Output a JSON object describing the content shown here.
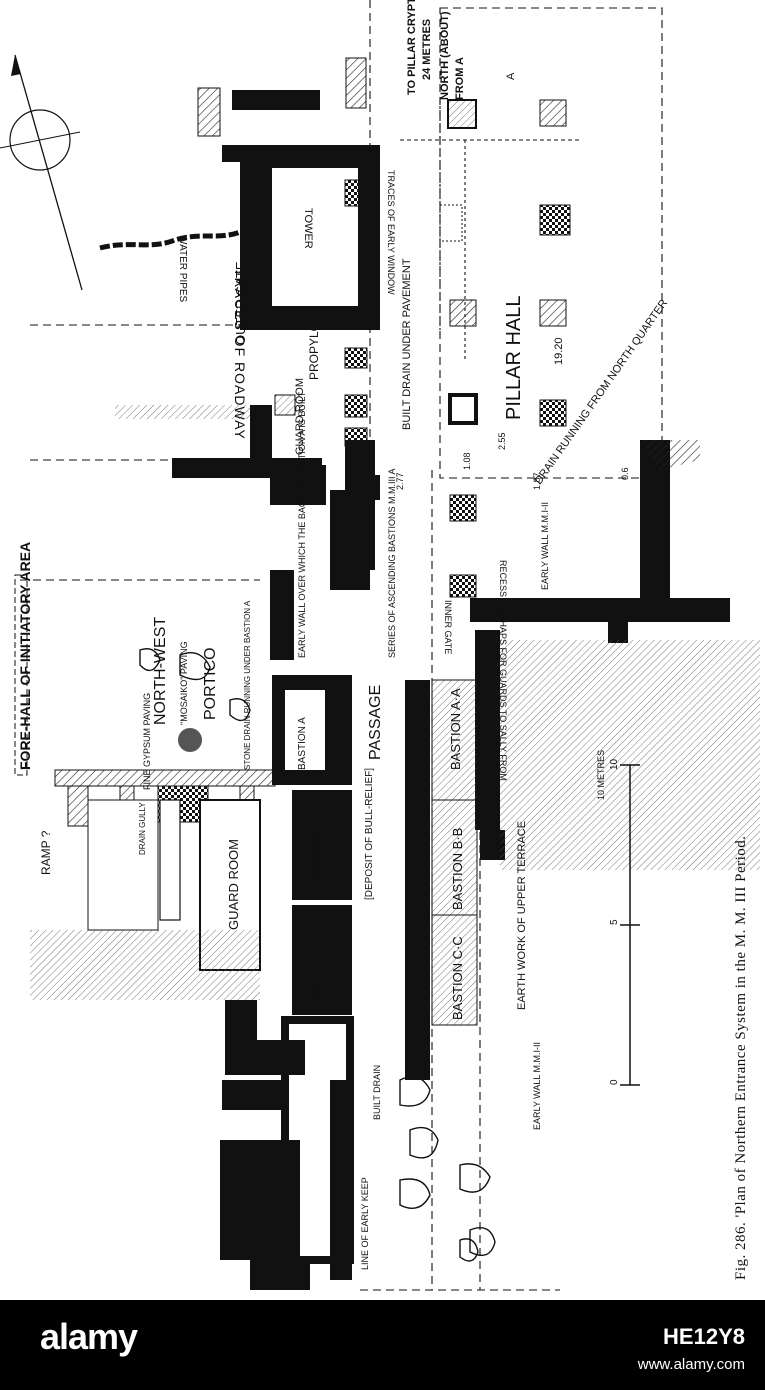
{
  "caption": "Fig. 286. 'Plan of Northern Entrance System in the M. M. III Period.",
  "labels": {
    "pillar_crypt": "TO PILLAR CRYPT",
    "metres_24": "24 METRES",
    "north_about": "NORTH (ABOUT)",
    "from_a": "FROM A",
    "a_marker": "A",
    "water_pipes": "WATER PIPES",
    "tower": "TOWER",
    "early_window": "TRACES OF EARLY WINDOW",
    "roadway": "TRACES OF ROADWAY",
    "outer_gate": "OUTER GATE",
    "propylon": "PROPYLON",
    "guard_room_small": "GUARD ROOM",
    "built_drain": "BUILT DRAIN UNDER PAVEMENT",
    "pillar_hall": "PILLAR HALL",
    "dim_1920": "19.20",
    "drain_running": "DRAIN RUNNING FROM NORTH QUARTER",
    "early_wall_mm1": "EARLY WALL M.M.I-II",
    "dimensions": [
      "2.77",
      "1.08",
      "2.55",
      "1.87",
      "0.6"
    ],
    "fore_hall": "FORE-HALL OF INITIATORY AREA",
    "early_wall_bastion": "EARLY WALL OVER WHICH THE BACK OF BASTION A IS BUILT",
    "ascending_bastions": "SERIES OF ASCENDING BASTIONS M.M.III A",
    "inner_gate": "INNER GATE",
    "recess": "RECESS, PERHAPS FOR GUARDS TO SALLY FROM",
    "north_west": "NORTH-WEST",
    "mosaiko": "\"MOSAIKO\" PAVING",
    "portico": "PORTICO",
    "fine_gypsum": "FINE GYPSUM PAVING",
    "stone_drain": "STONE DRAIN RUNNING UNDER BASTION A",
    "bastion_a": "BASTION A",
    "passage": "PASSAGE",
    "bastion_aa": "BASTION A·A",
    "drain_gully": "DRAIN GULLY",
    "guard_room": "GUARD ROOM",
    "bastion_b": "BASTION B",
    "deposit": "[DEPOSIT OF BULL-RELIEF]",
    "bastion_bb": "BASTION B·B",
    "earth_work": "EARTH WORK OF UPPER TERRACE",
    "ramp": "RAMP ?",
    "bastion_c": "BASTION C",
    "bastion_cc": "BASTION C·C",
    "early_keep": "LINE OF EARLY KEEP",
    "built_drain_small": "BUILT DRAIN",
    "early_wall_bottom": "EARLY WALL M.M.I-II",
    "scale_title": "10 METRES",
    "scale_ticks": [
      "0",
      "5",
      "10"
    ]
  },
  "footer": {
    "logo": "alamy",
    "image_id": "HE12Y8",
    "url": "www.alamy.com"
  }
}
